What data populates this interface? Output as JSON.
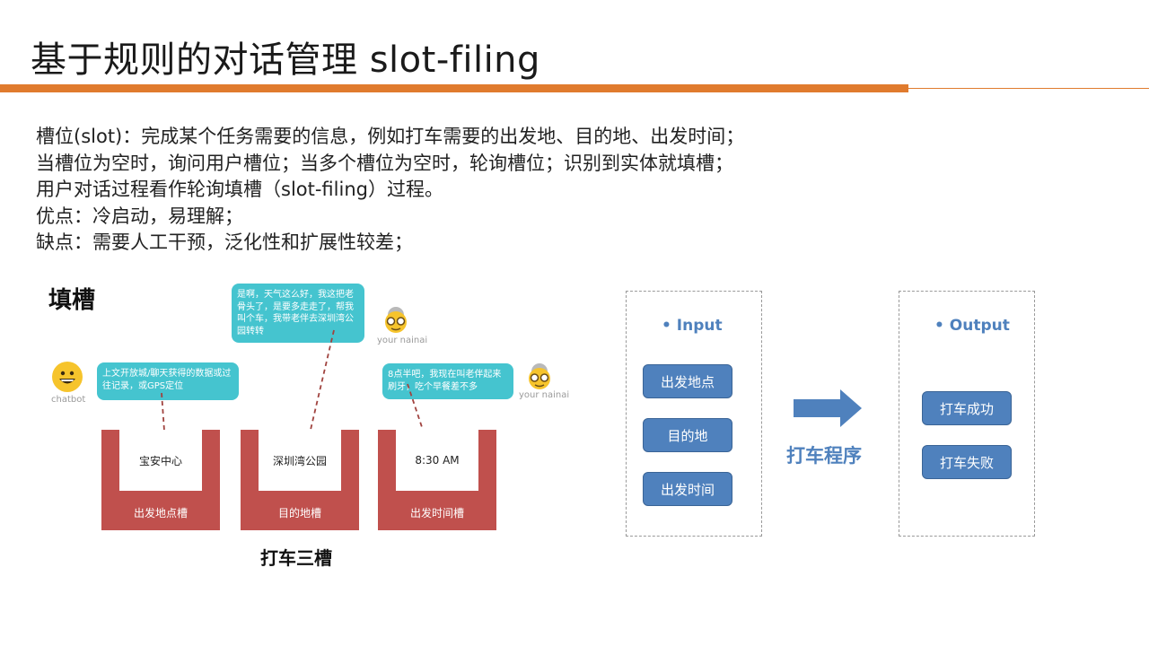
{
  "title": "基于规则的对话管理  slot-filing",
  "accent_color": "#e07b2e",
  "bullets": [
    "槽位(slot)：完成某个任务需要的信息，例如打车需要的出发地、目的地、出发时间；",
    "当槽位为空时，询问用户槽位；当多个槽位为空时，轮询槽位；识别到实体就填槽；",
    "用户对话过程看作轮询填槽（slot-filing）过程。",
    "优点：冷启动，易理解；",
    "缺点：需要人工干预，泛化性和扩展性较差；"
  ],
  "diagram_left": {
    "heading": "填槽",
    "subheading": "打车三槽",
    "chatbot_caption": "chatbot",
    "user_caption_1": "your nainai",
    "user_caption_2": "your nainai",
    "bubble_chatbot": "上文开放城/聊天获得的数据或过往记录，或GPS定位",
    "bubble_user_1": "是啊，天气这么好，我这把老骨头了，是要多走走了，帮我叫个车，我带老伴去深圳湾公园转转",
    "bubble_user_2": "8点半吧，我现在叫老伴起来刷牙，吃个早餐差不多",
    "slots": [
      {
        "value": "宝安中心",
        "label": "出发地点槽"
      },
      {
        "value": "深圳湾公园",
        "label": "目的地槽"
      },
      {
        "value": "8:30 AM",
        "label": "出发时间槽"
      }
    ],
    "slot_color": "#c0504d",
    "bubble_color": "#45c4cf"
  },
  "diagram_right": {
    "input_label": "• Input",
    "output_label": "• Output",
    "process_label": "打车程序",
    "inputs": [
      "出发地点",
      "目的地",
      "出发时间"
    ],
    "outputs": [
      "打车成功",
      "打车失败"
    ],
    "box_color": "#4f81bd"
  }
}
